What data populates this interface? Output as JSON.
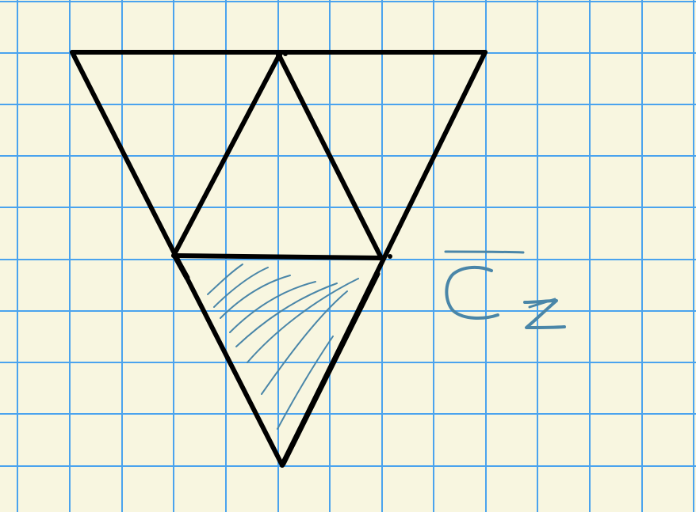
{
  "colors": {
    "paper": "#f8f6e0",
    "grid": "#4aa3ee",
    "ink": "#000000",
    "annotation": "#4a86a8"
  },
  "annotation": {
    "symbol": "C",
    "subscript": "2",
    "has_overline": true
  },
  "figure": {
    "description_shape": "inverted triangle subdivided into four triangles",
    "shaded_triangle": "bottom"
  }
}
